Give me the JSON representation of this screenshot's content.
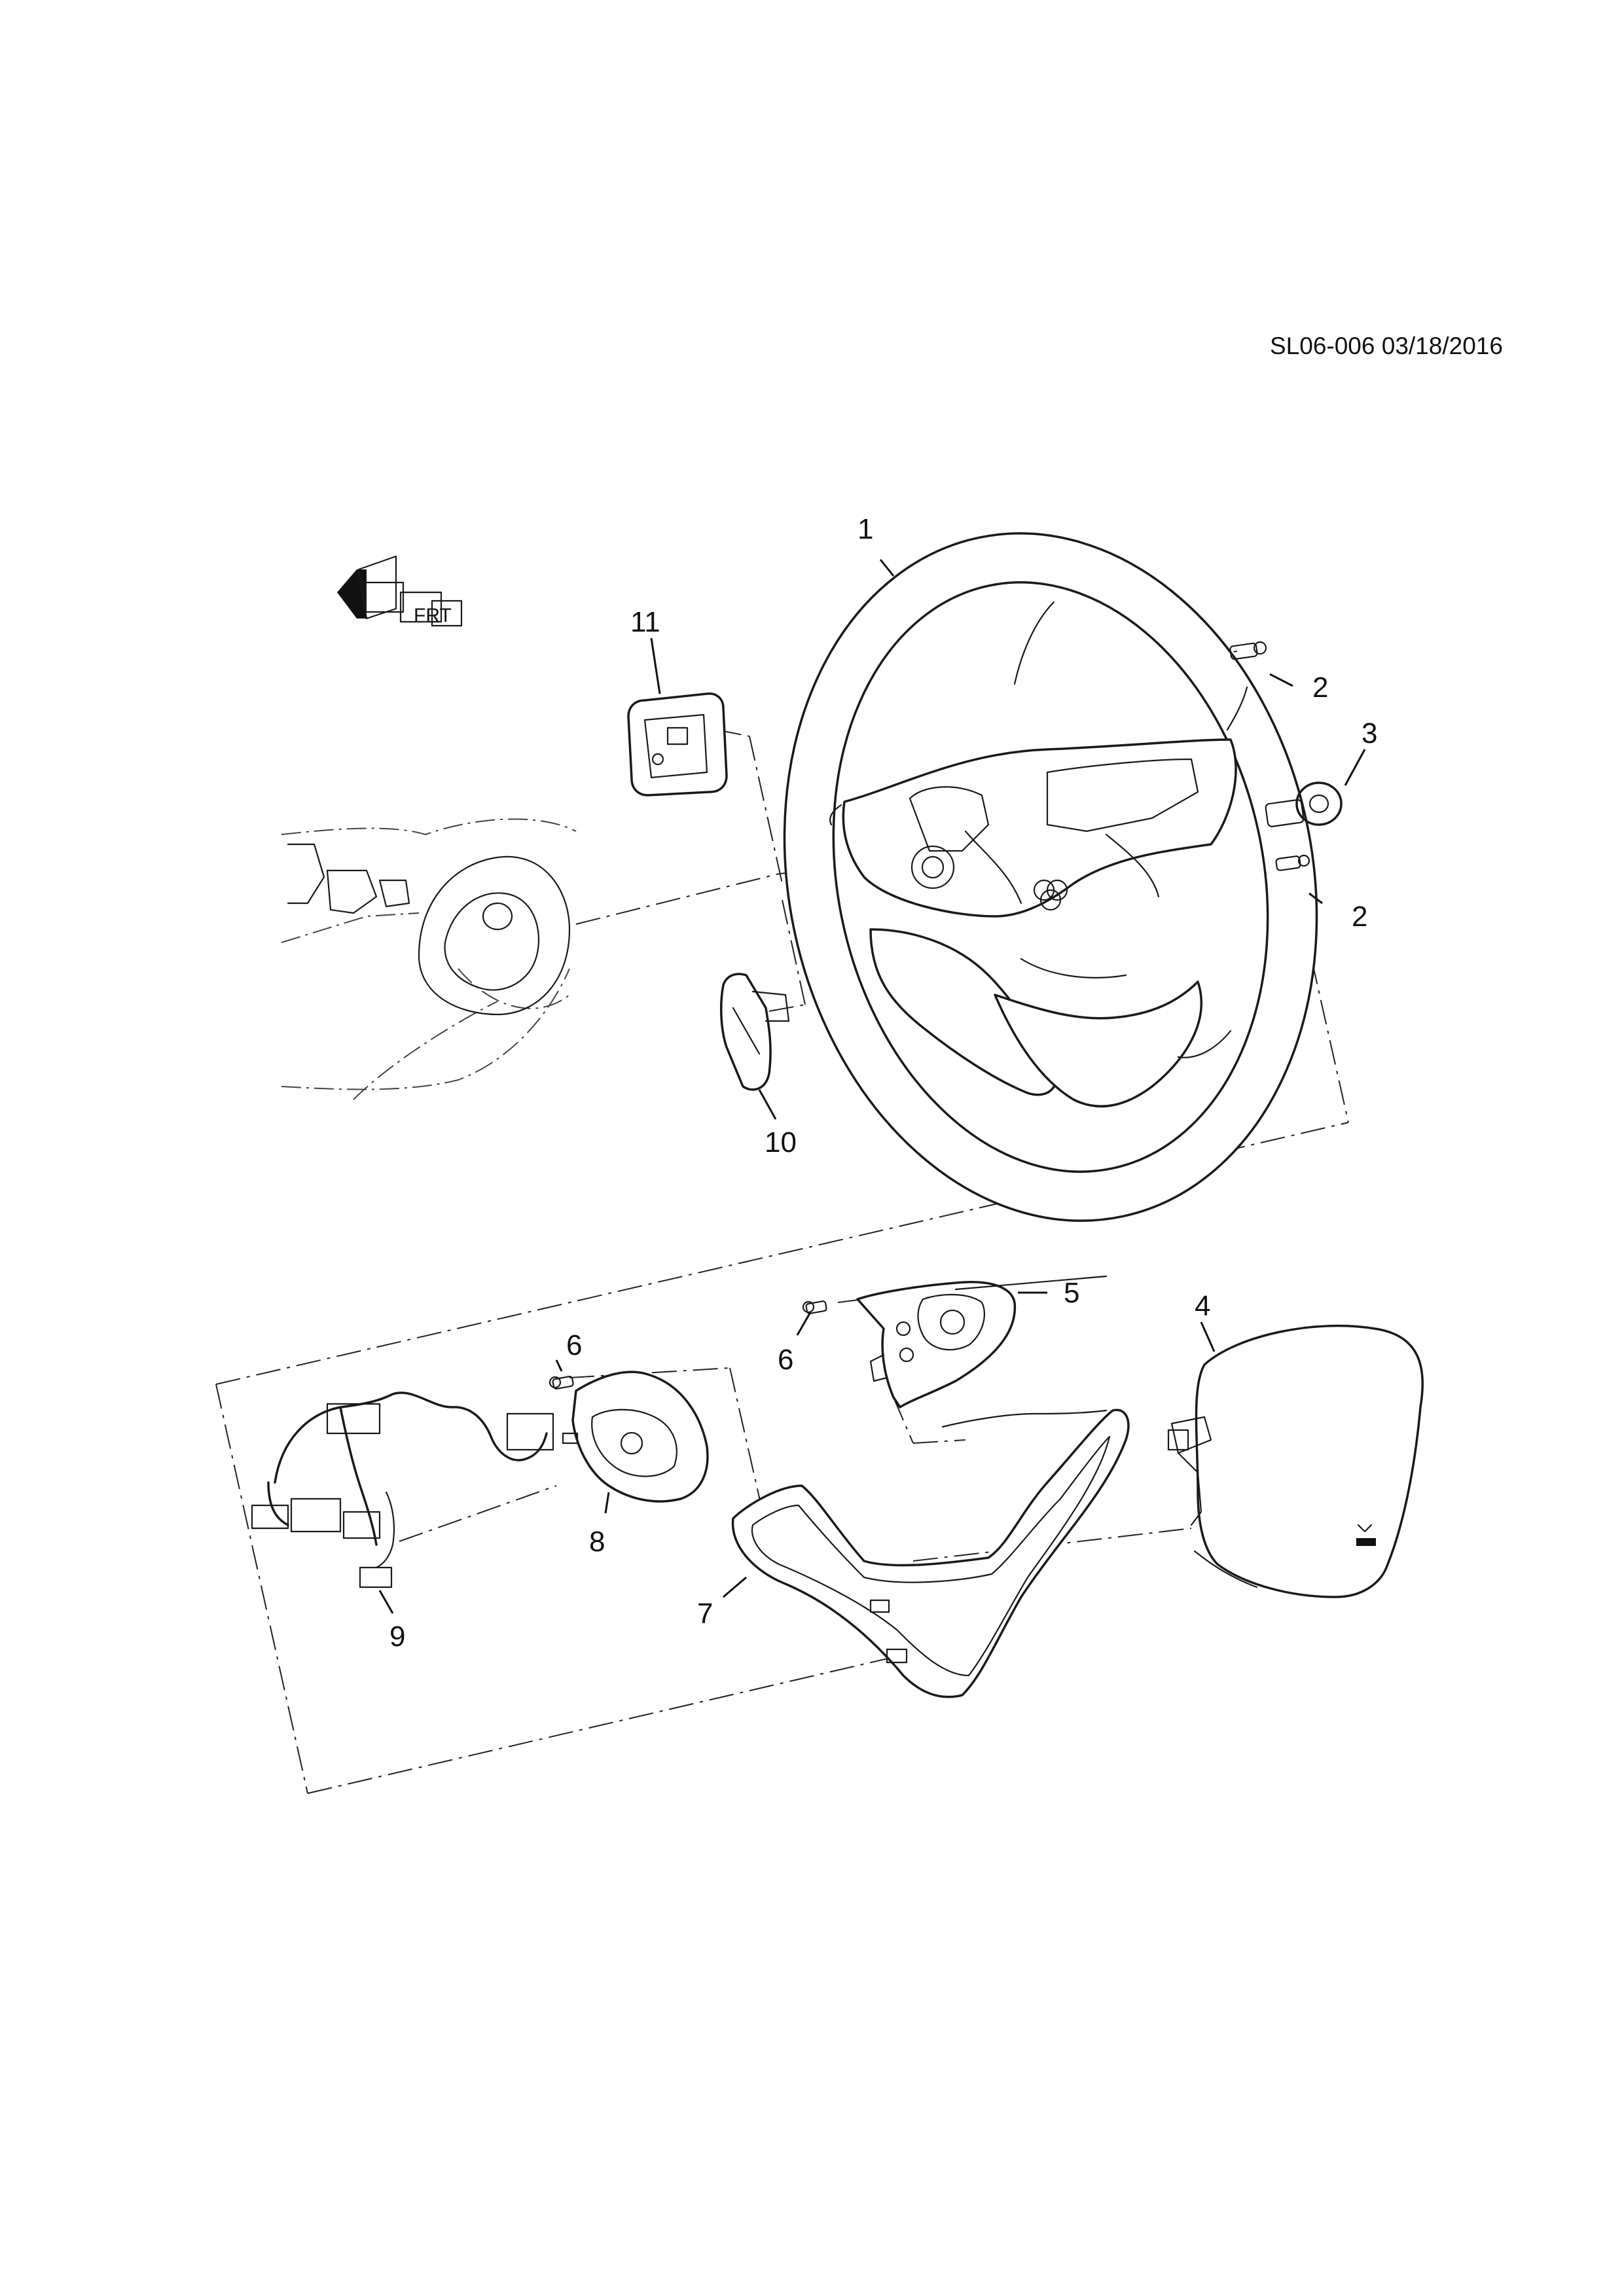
{
  "reference_code": "SL06-006 03/18/2016",
  "orientation_symbol": "FRT",
  "callouts": [
    "1",
    "2",
    "2",
    "3",
    "4",
    "5",
    "6",
    "6",
    "7",
    "8",
    "9",
    "10",
    "11"
  ]
}
